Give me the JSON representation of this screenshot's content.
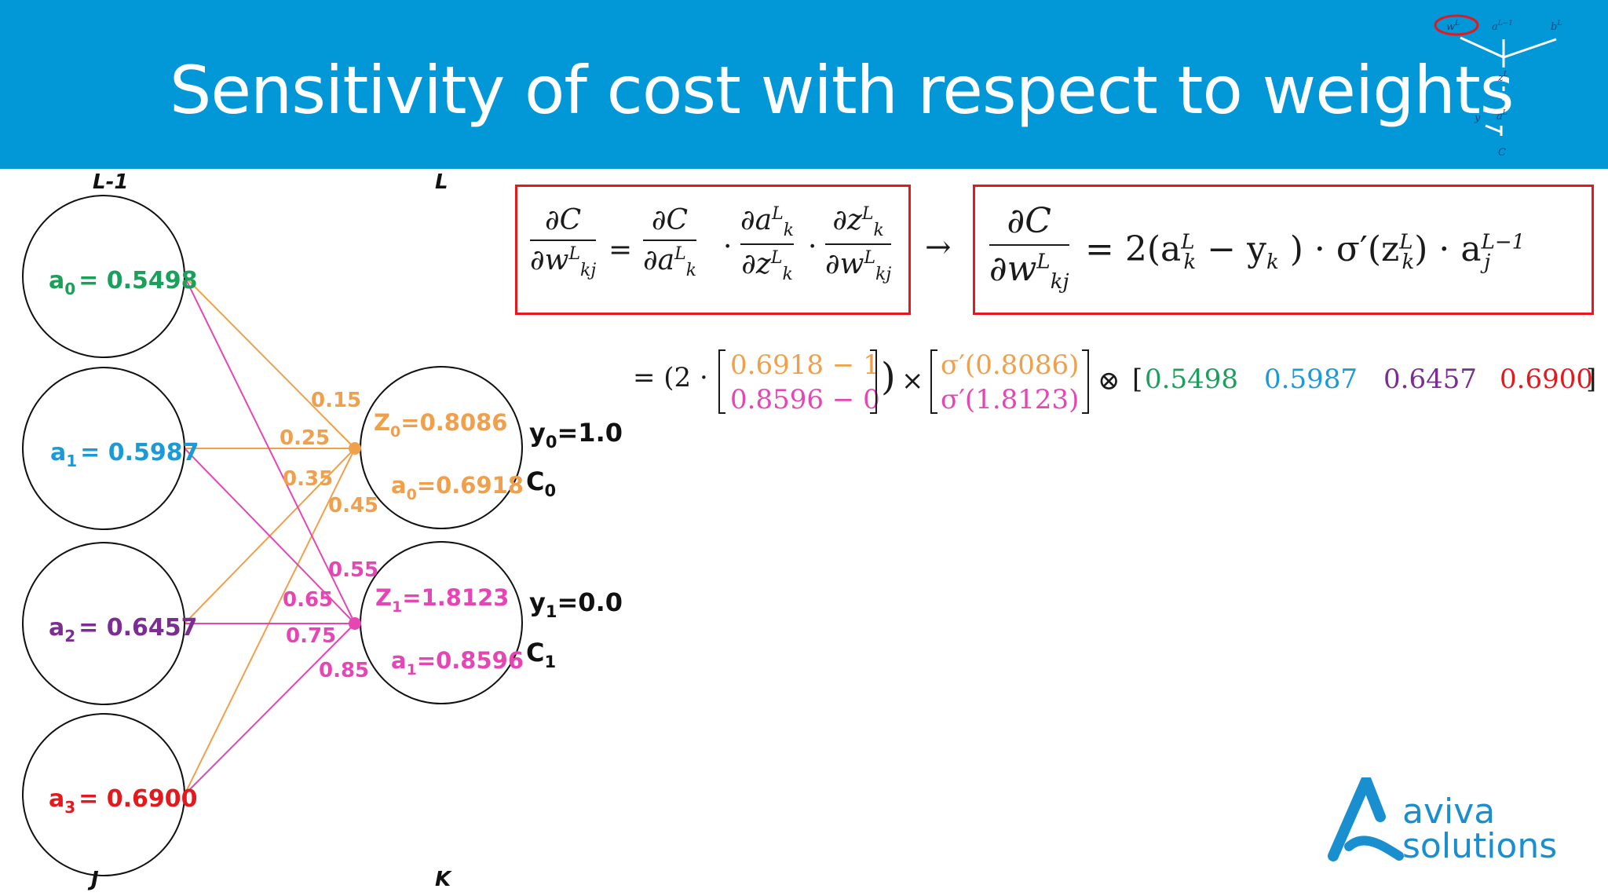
{
  "header": {
    "title": "Sensitivity of cost with respect to weights",
    "background": "#0297d6",
    "mini_tree": {
      "nodes": [
        "w^L",
        "a^{L-1}",
        "b^L",
        "z^L",
        "y",
        "a^L",
        "C"
      ],
      "highlighted": "w^L",
      "highlight_color": "#e3191e"
    }
  },
  "network": {
    "layer_prev_label": "L-1",
    "layer_label": "L",
    "prev_index_label": "J",
    "index_label": "K",
    "inputs": [
      {
        "label": "a",
        "sub": "0",
        "value": "= 0.5498",
        "color": "#1aa05a"
      },
      {
        "label": "a",
        "sub": "1",
        "value": "= 0.5987",
        "color": "#1a9bd7"
      },
      {
        "label": "a",
        "sub": "2",
        "value": "= 0.6457",
        "color": "#7b2d91"
      },
      {
        "label": "a",
        "sub": "3",
        "value": "= 0.6900",
        "color": "#e3191e"
      }
    ],
    "outputs": [
      {
        "z_label": "Z",
        "z_sub": "0",
        "z_value": "=0.8086",
        "a_label": "a",
        "a_sub": "0",
        "a_value": "=0.6918",
        "y_label": "y",
        "y_sub": "0",
        "y_value": "=1.0",
        "c_label": "C",
        "c_sub": "0",
        "color": "#f0a04b"
      },
      {
        "z_label": "Z",
        "z_sub": "1",
        "z_value": "=1.8123",
        "a_label": "a",
        "a_sub": "1",
        "a_value": "=0.8596",
        "y_label": "y",
        "y_sub": "1",
        "y_value": "=0.0",
        "c_label": "C",
        "c_sub": "1",
        "color": "#e646b4"
      }
    ],
    "weights_to_z0": [
      "0.15",
      "0.25",
      "0.35",
      "0.45"
    ],
    "weights_to_z1": [
      "0.55",
      "0.65",
      "0.75",
      "0.85"
    ]
  },
  "equations": {
    "chain_rule": {
      "lhs_num": "∂C",
      "lhs_den": "∂w",
      "t1_num": "∂C",
      "t1_den": "∂a",
      "t2_num": "∂a",
      "t2_den": "∂z",
      "t3_num": "∂z",
      "t3_den": "∂w"
    },
    "arrow": "→",
    "result": {
      "lhs_num": "∂C",
      "lhs_den": "∂w",
      "rhs": "= 2(a",
      "rhs_b": " − y",
      "rhs_c": " ) · σ′(z",
      "rhs_d": ") · a"
    },
    "evaluation": {
      "prefix": "= (2 ·",
      "diff_top": "0.6918 − 1",
      "diff_bottom": "0.8596 − 0",
      "times": "×",
      "sig_top": "σ′(0.8086)",
      "sig_bottom": "σ′(1.8123)",
      "outer": "⊗",
      "activations": [
        "0.5498",
        "0.5987",
        "0.6457",
        "0.6900"
      ],
      "top_color": "#f0a04b",
      "bottom_color": "#e646b4"
    }
  },
  "logo": {
    "line1": "aviva",
    "line2": "solutions",
    "color": "#1a8fd0"
  }
}
